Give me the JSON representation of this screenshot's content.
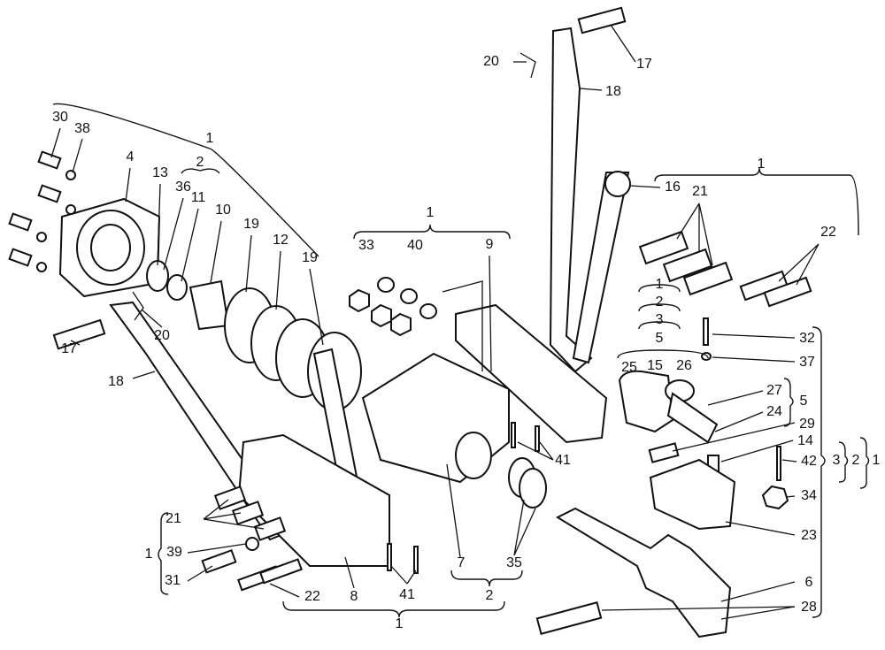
{
  "title": "Exploded parts diagram - towing hitch assembly",
  "callouts": [
    "30",
    "38",
    "4",
    "13",
    "36",
    "11",
    "10",
    "19",
    "12",
    "19",
    "1",
    "2",
    "20",
    "17",
    "18",
    "1",
    "33",
    "40",
    "9",
    "20",
    "17",
    "18",
    "16",
    "1",
    "21",
    "22",
    "1",
    "2",
    "3",
    "5",
    "25",
    "15",
    "26",
    "27",
    "5",
    "24",
    "29",
    "14",
    "42",
    "3",
    "2",
    "1",
    "32",
    "37",
    "34",
    "23",
    "6",
    "28",
    "41",
    "7",
    "35",
    "2",
    "21",
    "1",
    "39",
    "31",
    "22",
    "8",
    "41",
    "1"
  ]
}
